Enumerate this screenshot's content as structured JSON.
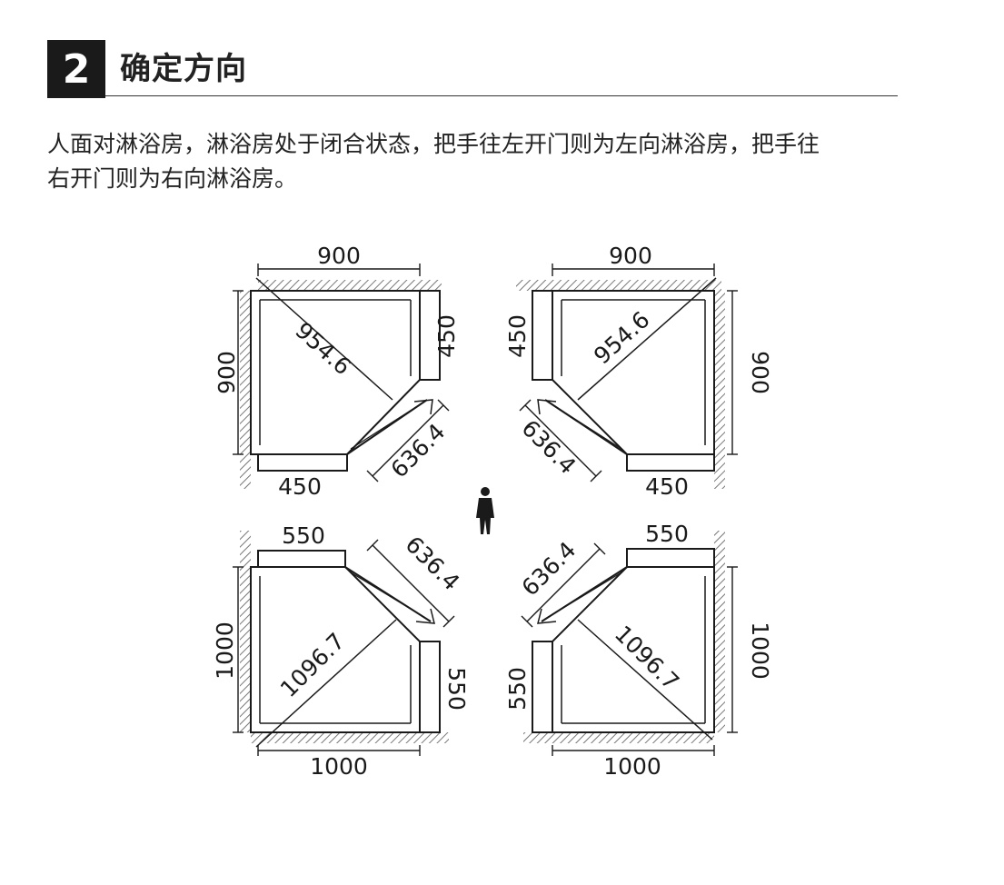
{
  "section": {
    "number": "2",
    "title": "确定方向",
    "description_lines": [
      "人面对淋浴房，淋浴房处于闭合状态，把手往左开门则为左向淋浴房，把手往",
      "右开门则为右向淋浴房。"
    ]
  },
  "diagram": {
    "top_left": {
      "width": "900",
      "depth": "900",
      "side_panel": "450",
      "front_panel": "450",
      "diagonal": "954.6",
      "door": "636.4"
    },
    "top_right": {
      "width": "900",
      "depth": "900",
      "side_panel": "450",
      "front_panel": "450",
      "diagonal": "954.6",
      "door": "636.4"
    },
    "bottom_left": {
      "width": "1000",
      "depth": "1000",
      "top_panel": "550",
      "side_panel": "550",
      "diagonal": "1096.7",
      "door": "636.4"
    },
    "bottom_right": {
      "width": "1000",
      "depth": "1000",
      "top_panel": "550",
      "side_panel": "550",
      "diagonal": "1096.7",
      "door": "636.4"
    },
    "line_color": "#1a1a1a",
    "hatch_color": "#777777"
  }
}
